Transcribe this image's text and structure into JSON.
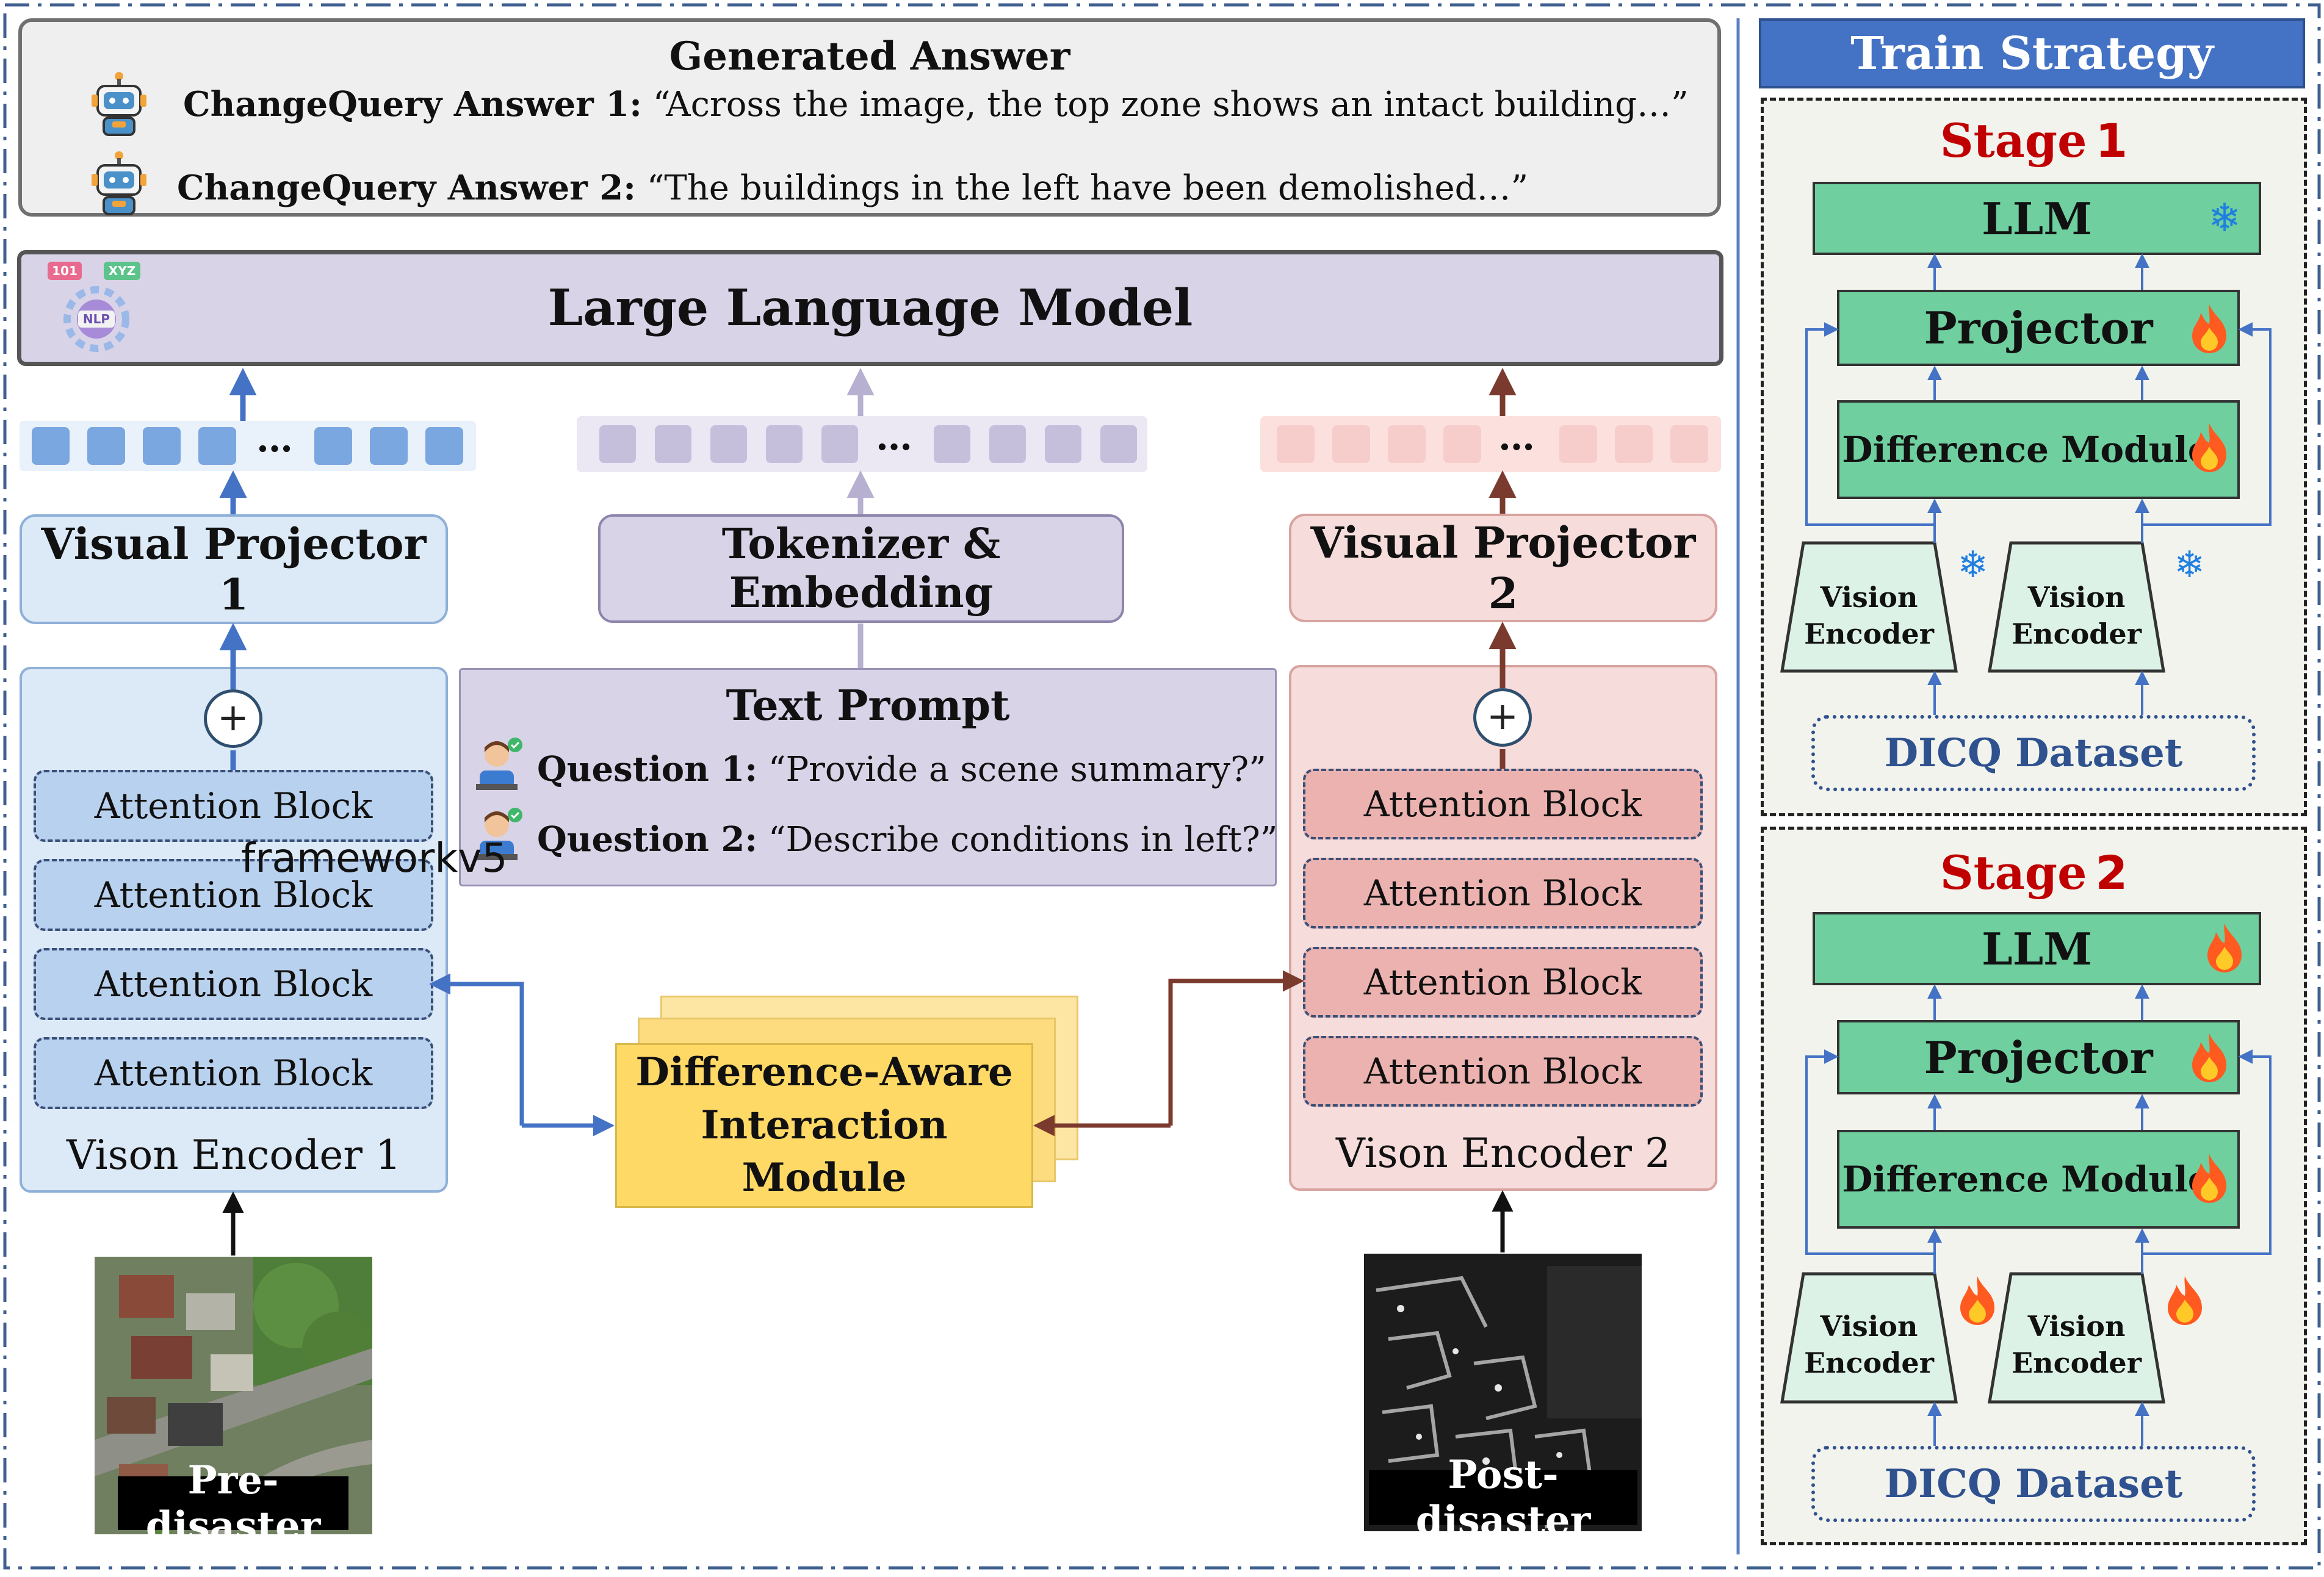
{
  "generated_answer": {
    "title": "Generated Answer",
    "answers": [
      {
        "label": "ChangeQuery Answer 1:",
        "text": "“Across the image, the top zone shows an intact building…”"
      },
      {
        "label": "ChangeQuery Answer 2:",
        "text": "“The buildings in the left have been demolished…”"
      }
    ]
  },
  "llm": {
    "title": "Large Language Model",
    "badge_left": "101",
    "badge_right": "XYZ",
    "badge_center": "NLP"
  },
  "tokens": {
    "ellipsis": "…"
  },
  "left_branch": {
    "projector": "Visual Projector 1",
    "encoder": "Vison Encoder 1",
    "plus": "+",
    "blocks": [
      "Attention Block",
      "Attention Block",
      "Attention Block",
      "Attention Block"
    ],
    "image_label": "Pre-disaster"
  },
  "right_branch": {
    "projector": "Visual Projector 2",
    "encoder": "Vison Encoder 2",
    "plus": "+",
    "blocks": [
      "Attention Block",
      "Attention Block",
      "Attention Block",
      "Attention Block"
    ],
    "image_label": "Post-disaster"
  },
  "tokenizer": {
    "label": "Tokenizer & Embedding"
  },
  "text_prompt": {
    "title": "Text Prompt",
    "questions": [
      {
        "label": "Question 1:",
        "text": "“Provide a scene summary?”"
      },
      {
        "label": "Question 2:",
        "text": "“Describe conditions in left?”"
      }
    ]
  },
  "watermark": "frameworkv5",
  "diff_module": {
    "line1": "Difference-Aware",
    "line2": "Interaction Module"
  },
  "train_strategy": {
    "title": "Train Strategy",
    "stages": [
      {
        "prefix": "Stage ",
        "num": "1",
        "llm": "LLM",
        "projector": "Projector",
        "difference": "Difference Module",
        "vision_line1": "Vision",
        "vision_line2": "Encoder",
        "dataset": "DICQ Dataset",
        "llm_state": "frozen",
        "projector_state": "trainable",
        "difference_state": "trainable",
        "encoder_state": "frozen"
      },
      {
        "prefix": "Stage ",
        "num": "2",
        "llm": "LLM",
        "projector": "Projector",
        "difference": "Difference Module",
        "vision_line1": "Vision",
        "vision_line2": "Encoder",
        "dataset": "DICQ Dataset",
        "llm_state": "trainable",
        "projector_state": "trainable",
        "difference_state": "trainable",
        "encoder_state": "trainable"
      }
    ]
  },
  "colors": {
    "blue_arrow": "#4472c4",
    "brown_arrow": "#7b3a2e",
    "lavender": "#d9d3e8",
    "light_blue": "#dce9f7",
    "pink": "#f6dcdb",
    "green": "#6fcf9f",
    "yellow": "#ffd966",
    "stage_red": "#c00000",
    "title_blue": "#4472c4"
  }
}
